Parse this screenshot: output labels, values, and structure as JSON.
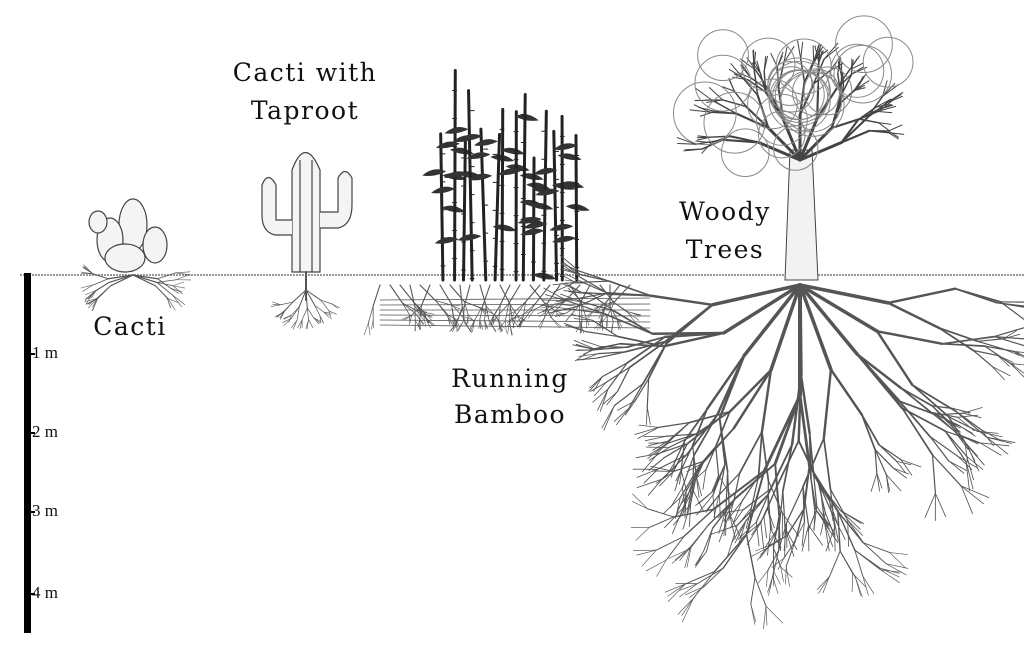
{
  "labels": {
    "cacti": "Cacti",
    "taproot": [
      "Cacti with",
      "Taproot"
    ],
    "bamboo": [
      "Running",
      "Bamboo"
    ],
    "trees": [
      "Woody",
      "Trees"
    ]
  },
  "scale": {
    "ticks": [
      "1 m",
      "2 m",
      "3 m",
      "4 m"
    ],
    "color": "#000000"
  },
  "colors": {
    "ink": "#333333",
    "background": "#ffffff"
  }
}
